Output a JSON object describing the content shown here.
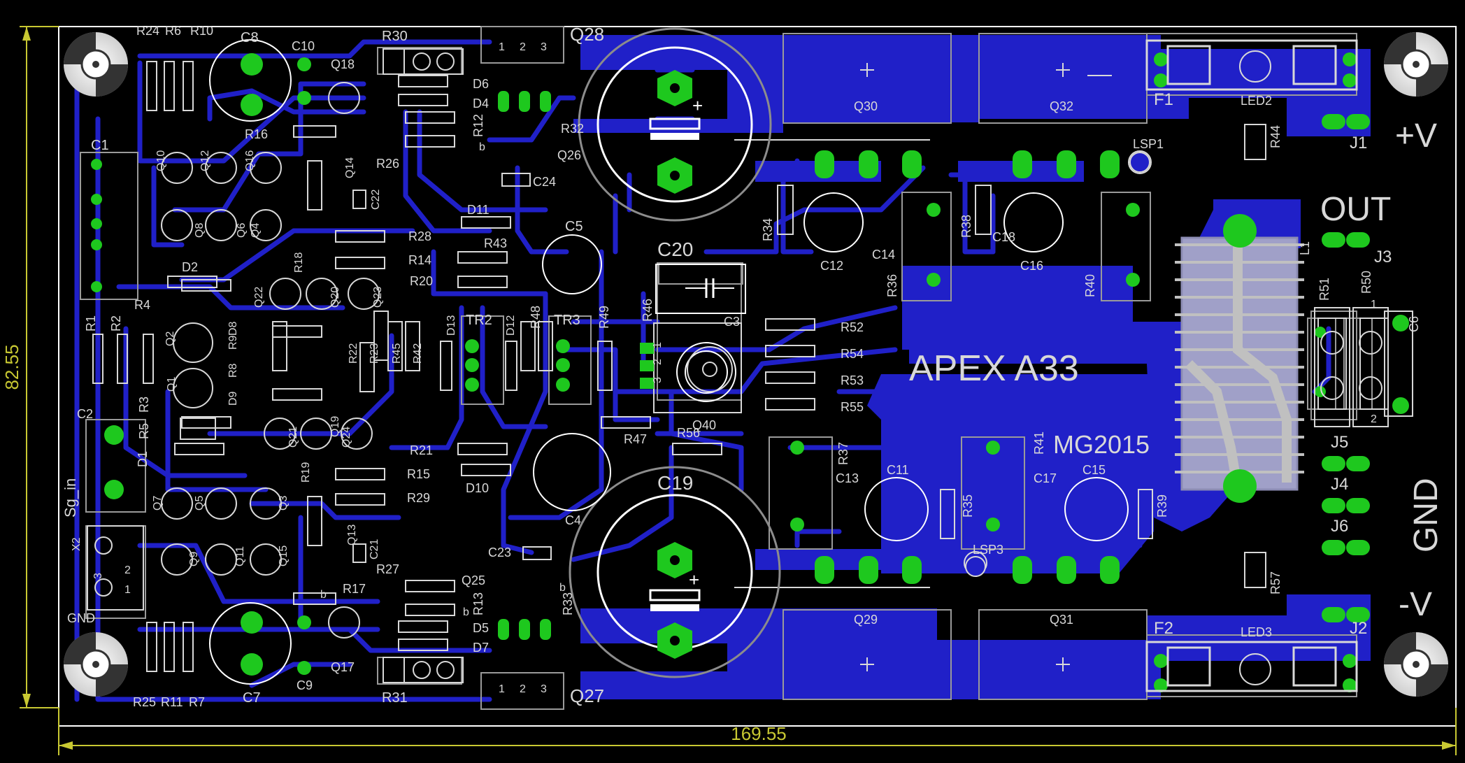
{
  "dimensions": {
    "width": "169.55",
    "height": "82.55"
  },
  "board": {
    "title": "APEX A33",
    "subtitle": "MG2015",
    "power_labels": {
      "pos": "+V",
      "neg": "-V",
      "out": "OUT",
      "gnd": "GND"
    }
  },
  "colors": {
    "background": "#000000",
    "copper_bottom": "#2020c8",
    "pad": "#1ec81e",
    "silkscreen": "#d8d8d8",
    "outline": "#9a9a9a",
    "dimension": "#c8c832",
    "board_edge": "#ffffff"
  },
  "labels": {
    "R24": "R24",
    "R6": "R6",
    "R10": "R10",
    "C8": "C8",
    "C10": "C10",
    "R30": "R30",
    "Q28": "Q28",
    "Q18": "Q18",
    "D6": "D6",
    "D4": "D4",
    "R12": "R12",
    "R32": "R32",
    "Q26": "Q26",
    "C24": "C24",
    "R16": "R16",
    "R26": "R26",
    "C1": "C1",
    "Q10": "Q10",
    "Q12": "Q12",
    "Q16": "Q16",
    "Q14": "Q14",
    "C22": "C22",
    "Q8": "Q8",
    "Q6": "Q6",
    "Q4": "Q4",
    "R18": "R18",
    "R28": "R28",
    "D11": "D11",
    "R43": "R43",
    "R14": "R14",
    "R20": "R20",
    "C5": "C5",
    "C20": "C20",
    "D2": "D2",
    "Q22": "Q22",
    "Q20": "Q20",
    "Q23": "Q23",
    "R4": "R4",
    "D13": "D13",
    "D12": "D12",
    "R48": "R48",
    "R49": "R49",
    "R46": "R46",
    "TR2": "TR2",
    "TR3": "TR3",
    "C3": "C3",
    "R1": "R1",
    "R2": "R2",
    "Q2": "Q2",
    "Q1": "Q1",
    "R9": "R9",
    "D8": "D8",
    "R8": "R8",
    "D9": "D9",
    "R22": "R22",
    "R23": "R23",
    "R45": "R45",
    "R42": "R42",
    "R3": "R3",
    "C2": "C2",
    "R5": "R5",
    "D1": "D1",
    "Q21": "Q21",
    "Q19": "Q19",
    "Q24": "Q24",
    "R47": "R47",
    "R56": "R56",
    "Q40": "Q40",
    "R52": "R52",
    "R54": "R54",
    "R53": "R53",
    "R55": "R55",
    "R21": "R21",
    "R15": "R15",
    "R29": "R29",
    "D10": "D10",
    "R19": "R19",
    "Q7": "Q7",
    "Q5": "Q5",
    "Q3": "Q3",
    "Q13": "Q13",
    "C21": "C21",
    "C4": "C4",
    "C19": "C19",
    "Q9": "Q9",
    "Q11": "Q11",
    "Q15": "Q15",
    "R27": "R27",
    "R17": "R17",
    "C23": "C23",
    "Q25": "Q25",
    "R13": "R13",
    "R33": "R33",
    "D5": "D5",
    "D7": "D7",
    "C7": "C7",
    "C9": "C9",
    "Q17": "Q17",
    "R31": "R31",
    "Q27": "Q27",
    "R25": "R25",
    "R11": "R11",
    "R7": "R7",
    "Sg_in": "Sg_in",
    "X2": "X2",
    "GND": "GND",
    "Q30": "Q30",
    "Q32": "Q32",
    "F1": "F1",
    "LED2": "LED2",
    "R44": "R44",
    "J1": "J1",
    "LSP1": "LSP1",
    "R34": "R34",
    "C12": "C12",
    "C14": "C14",
    "R36": "R36",
    "R38": "R38",
    "C18": "C18",
    "C16": "C16",
    "R40": "R40",
    "L1": "L1",
    "J3": "J3",
    "R51": "R51",
    "R50": "R50",
    "C6": "C6",
    "R37": "R37",
    "C11": "C11",
    "C13": "C13",
    "R41": "R41",
    "C17": "C17",
    "C15": "C15",
    "R35": "R35",
    "R39": "R39",
    "J5": "J5",
    "J4": "J4",
    "J6": "J6",
    "LSP3": "LSP3",
    "R57": "R57",
    "Q29": "Q29",
    "Q31": "Q31",
    "F2": "F2",
    "LED3": "LED3",
    "J2": "J2",
    "b1": "b",
    "b2": "b",
    "b3": "b",
    "b4": "b",
    "n1": "1",
    "n2": "2",
    "n3": "3",
    "n4": "1",
    "n5": "2",
    "n6": "3",
    "n7": "3",
    "n8": "2",
    "n9": "1",
    "n10": "3",
    "n11": "2",
    "n12": "1",
    "n13": "1",
    "n14": "2"
  }
}
